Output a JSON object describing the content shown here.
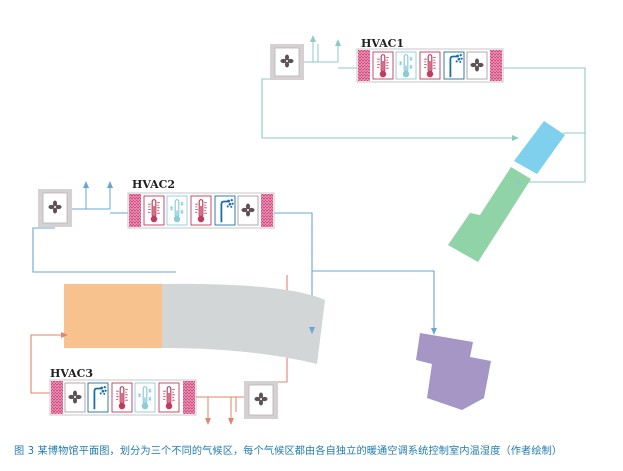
{
  "units": [
    {
      "id": "hvac1",
      "label": "HVAC1"
    },
    {
      "id": "hvac2",
      "label": "HVAC2"
    },
    {
      "id": "hvac3",
      "label": "HVAC3"
    }
  ],
  "icons": [
    "fan-icon",
    "thermometer-heating-icon",
    "thermometer-cooling-icon",
    "humidifier-icon",
    "filter-pleat-icon"
  ],
  "colors": {
    "line_teal": "#8ccbc3",
    "line_blue": "#6aa5d4",
    "line_orange": "#e0866e",
    "zone_blue": "#7fd0ec",
    "zone_green": "#8fd3a6",
    "zone_orange": "#f8c28f",
    "zone_grey": "#d3d6d6",
    "zone_purple": "#a596c6",
    "filter_magenta": "#d0457c",
    "heating_red": "#c23b5e",
    "cooling_blue": "#8ccbd8",
    "humidifier_teal": "#1d6fa0",
    "caption_blue": "#1f7cae"
  },
  "caption": "图 3   某博物馆平面图，划分为三个不同的气候区，每个气候区都由各自独立的暖通空调系统控制室内温湿度（作者绘制）"
}
